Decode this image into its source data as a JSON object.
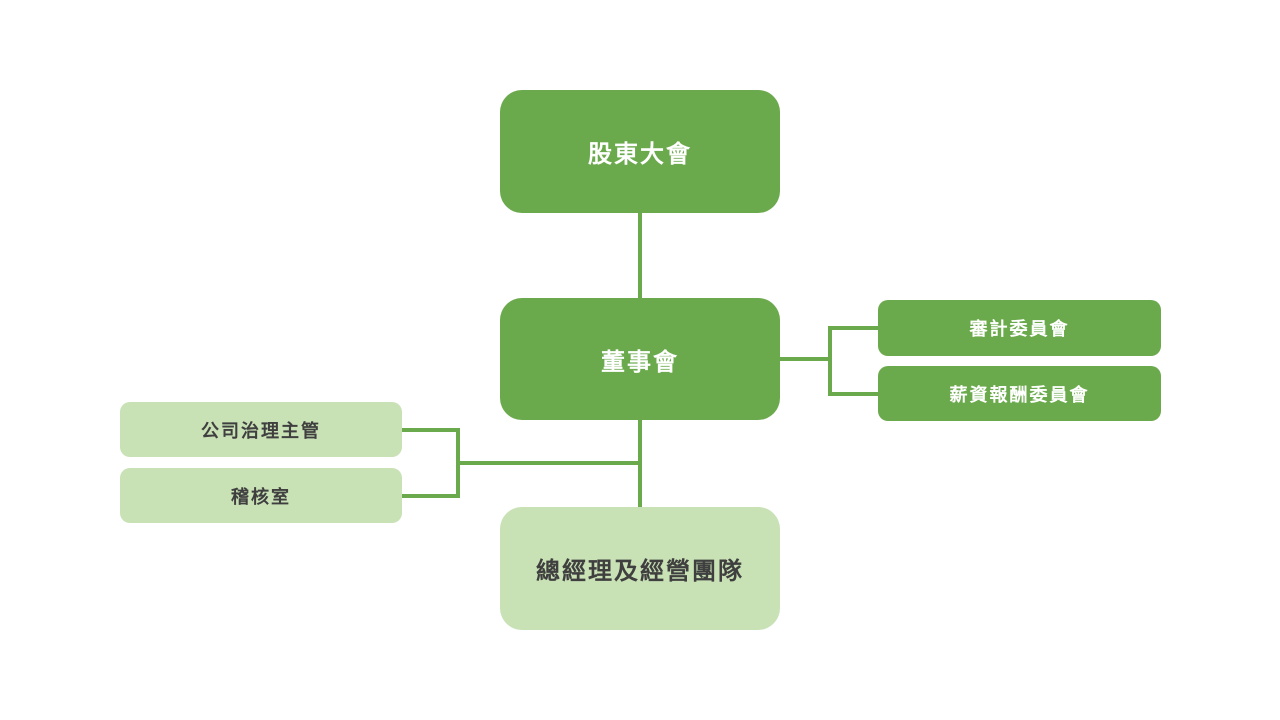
{
  "colors": {
    "primary": "#6BAA4C",
    "light": "#C8E1B5",
    "text_dark": "#3F3F3F",
    "text_light": "#FFFFFF",
    "background": "#FFFFFF"
  },
  "chart_data": {
    "type": "org-chart",
    "nodes": {
      "shareholders": {
        "label": "股東大會",
        "style": "solid"
      },
      "board": {
        "label": "董事會",
        "style": "solid"
      },
      "audit_committee": {
        "label": "審計委員會",
        "style": "solid"
      },
      "compensation_committee": {
        "label": "薪資報酬委員會",
        "style": "solid"
      },
      "governance_officer": {
        "label": "公司治理主管",
        "style": "light"
      },
      "audit_office": {
        "label": "稽核室",
        "style": "light"
      },
      "gm_team": {
        "label": "總經理及經營團隊",
        "style": "light"
      }
    },
    "edges": [
      {
        "from": "shareholders",
        "to": "board"
      },
      {
        "from": "board",
        "to": "audit_committee"
      },
      {
        "from": "board",
        "to": "compensation_committee"
      },
      {
        "from": "board",
        "to": "gm_team"
      },
      {
        "from": "governance_officer",
        "to": "board_gm_line"
      },
      {
        "from": "audit_office",
        "to": "board_gm_line"
      }
    ]
  }
}
